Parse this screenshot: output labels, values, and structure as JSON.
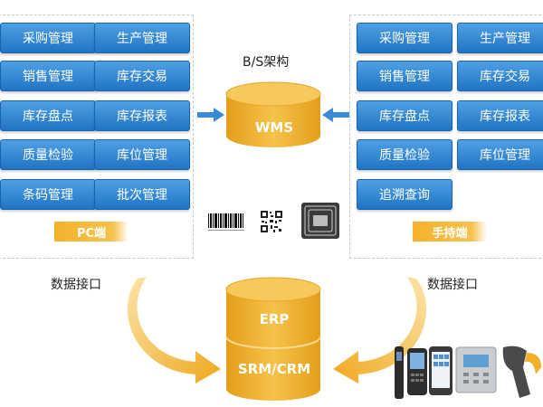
{
  "left_panel": {
    "modules": [
      "采购管理",
      "生产管理",
      "销售管理",
      "库存交易",
      "库存盘点",
      "库存报表",
      "质量检验",
      "库位管理",
      "条码管理",
      "批次管理"
    ],
    "tag": "PC端"
  },
  "right_panel": {
    "modules": [
      "采购管理",
      "生产管理",
      "销售管理",
      "库存交易",
      "库存盘点",
      "库存报表",
      "质量检验",
      "库位管理",
      "追溯查询"
    ],
    "tag": "手持端"
  },
  "center": {
    "arch_label": "B/S架构",
    "wms_label": "WMS",
    "erp_label": "ERP",
    "srm_label": "SRM/CRM",
    "interface_left": "数据接口",
    "interface_right": "数据接口"
  },
  "colors": {
    "module_blue": "#2f86d6",
    "gold": "#f0b12a",
    "arrow_blue": "#3b8bd8"
  },
  "icons": [
    "barcode-icon",
    "qr-code-icon",
    "rfid-chip-icon",
    "handheld-terminal-icon",
    "pda-icon",
    "smartphone-icon",
    "card-reader-icon",
    "barcode-scanner-icon"
  ]
}
